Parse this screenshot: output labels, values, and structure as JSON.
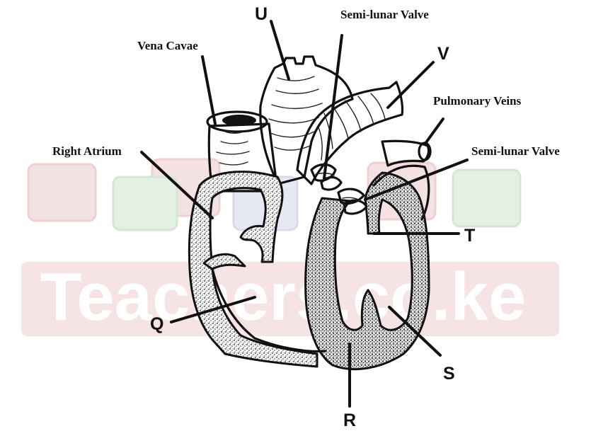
{
  "labels": {
    "vena_cavae": "Vena Cavae",
    "semi_lunar_valve_top": "Semi-lunar Valve",
    "pulmonary_veins": "Pulmonary Veins",
    "semi_lunar_valve_right": "Semi-lunar Valve",
    "right_atrium": "Right Atrium",
    "u": "U",
    "v": "V",
    "t": "T",
    "q": "Q",
    "s": "S",
    "r": "R"
  },
  "watermark": {
    "text": "Teachers.co.ke"
  },
  "colors": {
    "watermark_red": "#f3dede",
    "watermark_green": "#e2efe2",
    "watermark_blue": "#e3e6f3",
    "ink": "#111111",
    "wall_fill": "#d9d9d9"
  }
}
